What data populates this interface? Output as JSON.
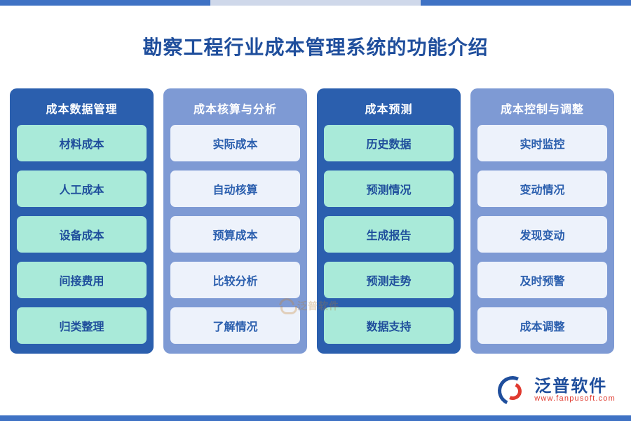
{
  "page": {
    "title": "勘察工程行业成本管理系统的功能介绍",
    "accent_dark": "#2b5fae",
    "accent_light": "#7e9ad4",
    "mint": "#a9ead9",
    "pale": "#edf2fb",
    "title_color": "#1f4e9c"
  },
  "columns": [
    {
      "header": "成本数据管理",
      "items": [
        "材料成本",
        "人工成本",
        "设备成本",
        "间接费用",
        "归类整理"
      ]
    },
    {
      "header": "成本核算与分析",
      "items": [
        "实际成本",
        "自动核算",
        "预算成本",
        "比较分析",
        "了解情况"
      ]
    },
    {
      "header": "成本预测",
      "items": [
        "历史数据",
        "预测情况",
        "生成报告",
        "预测走势",
        "数据支持"
      ]
    },
    {
      "header": "成本控制与调整",
      "items": [
        "实时监控",
        "变动情况",
        "发现变动",
        "及时预警",
        "成本调整"
      ]
    }
  ],
  "watermark": {
    "text": "泛普软件"
  },
  "brand": {
    "name": "泛普软件",
    "url": "www.fanpusoft.com"
  }
}
